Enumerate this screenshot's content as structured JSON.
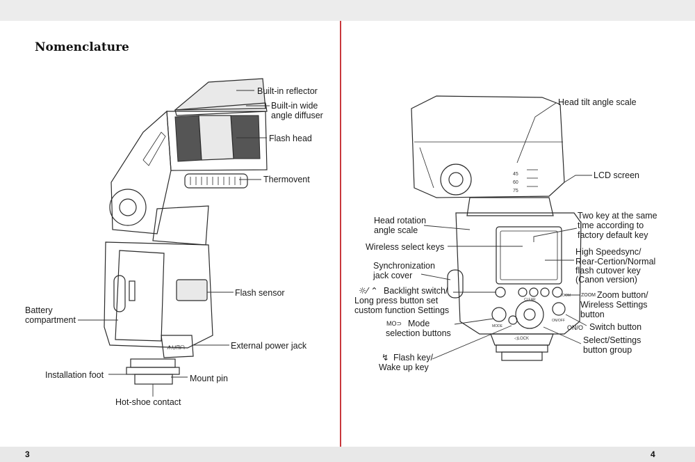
{
  "page_title": "Nomenclature",
  "page_numbers": {
    "left": "3",
    "right": "4"
  },
  "colors": {
    "spine": "#c8383d",
    "line_art": "#2a2a2a"
  },
  "left_labels": {
    "built_in_reflector": "Built-in reflector",
    "wide_diffuser_1": "Built-in wide",
    "wide_diffuser_2": "angle diffuser",
    "flash_head": "Flash head",
    "thermovent": "Thermovent",
    "flash_sensor": "Flash sensor",
    "battery_1": "Battery",
    "battery_2": "compartment",
    "external_power_jack": "External power jack",
    "installation_foot": "Installation foot",
    "mount_pin": "Mount pin",
    "hot_shoe_contact": "Hot-shoe contact"
  },
  "right_labels": {
    "head_tilt_angle_scale": "Head tilt angle scale",
    "lcd_screen": "LCD screen",
    "head_rotation_1": "Head rotation",
    "head_rotation_2": "angle scale",
    "two_key_1": "Two key at the same",
    "two_key_2": "time according to",
    "two_key_3": "factory default key",
    "wireless_select_keys": "Wireless select keys",
    "high_speed_1": "High Speedsync/",
    "high_speed_2": "Rear-Certion/Normal",
    "high_speed_3": "flash cutover key",
    "high_speed_4": "(Canon version)",
    "sync_jack_1": "Synchronization",
    "sync_jack_2": "jack cover",
    "backlight_1": "Backlight switch/",
    "backlight_2": "Long press button set",
    "backlight_3": "custom function Settings",
    "zoom_1": "Zoom button/",
    "zoom_2": "Wireless Settings",
    "zoom_3": "button",
    "mode_1": "Mode",
    "mode_2": "selection buttons",
    "switch_button": "Switch button",
    "select_group_1": "Select/Settings",
    "select_group_2": "button group",
    "flash_key_1": "Flash key/",
    "flash_key_2": "Wake up key"
  },
  "icon_texts": {
    "mode": "MO⊃",
    "zoom": "ZOOM",
    "on_off": "ON/O",
    "lock": "◁LOCK",
    "clear": "CLEAR",
    "body_mode": "MODE",
    "body_on_off": "ON/OFF",
    "brand": "ᗑᑌᗰᗩ",
    "scale_45": "45",
    "scale_60": "60",
    "scale_75": "75"
  }
}
